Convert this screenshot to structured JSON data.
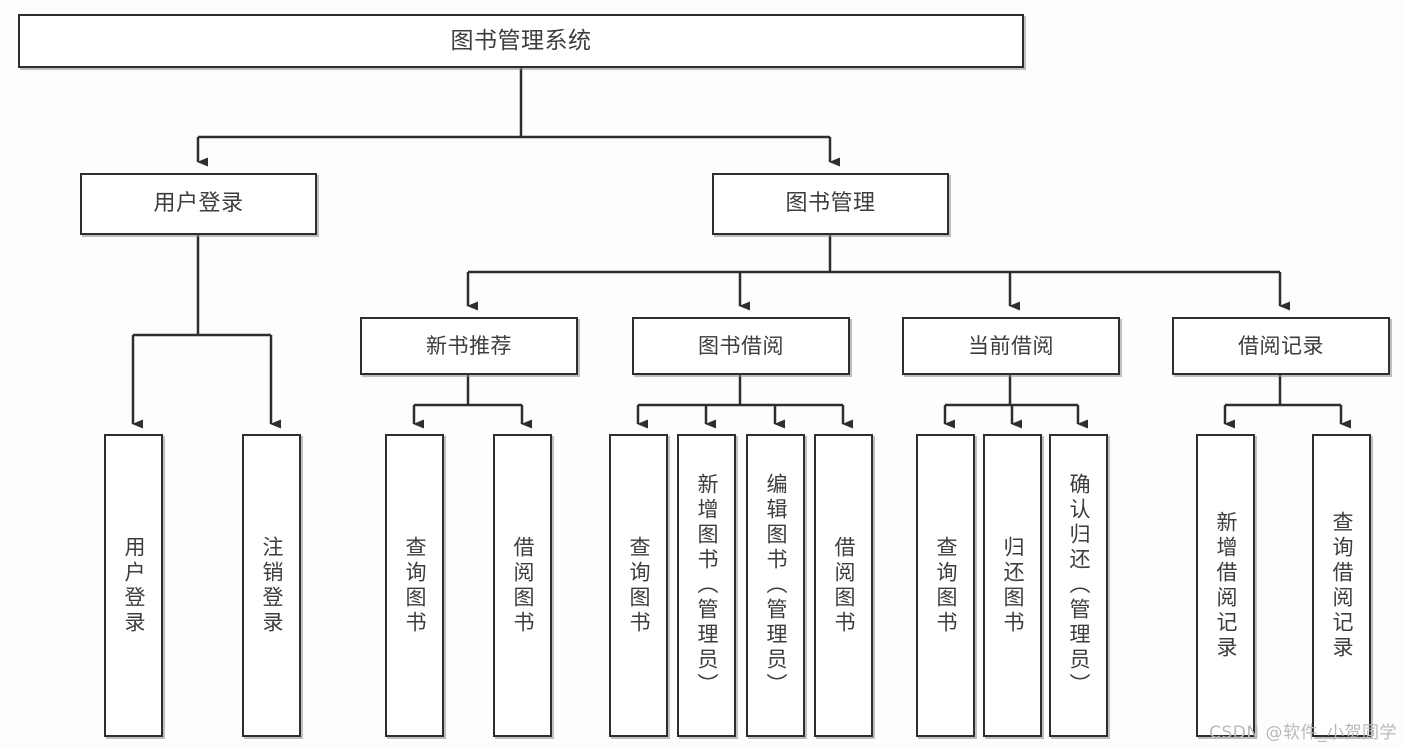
{
  "diagram": {
    "type": "tree-hierarchy",
    "title": "图书管理系统",
    "orientation": "top-down",
    "colors": {
      "border": "#2e2e2e",
      "text": "#3d3d3d",
      "edge": "#2e2e2e",
      "background": "#fdfdfd",
      "watermark": "#b9b9b9"
    },
    "root": {
      "label": "图书管理系统"
    },
    "level1": [
      {
        "label": "用户登录"
      },
      {
        "label": "图书管理"
      }
    ],
    "level2": [
      {
        "label": "新书推荐"
      },
      {
        "label": "图书借阅"
      },
      {
        "label": "当前借阅"
      },
      {
        "label": "借阅记录"
      }
    ],
    "leaves": {
      "user_login": [
        {
          "label": "用户登录"
        },
        {
          "label": "注销登录"
        }
      ],
      "new_book_recommend": [
        {
          "label": "查询图书"
        },
        {
          "label": "借阅图书"
        }
      ],
      "book_borrow": [
        {
          "label": "查询图书"
        },
        {
          "label": "新增图书（管理员）"
        },
        {
          "label": "编辑图书（管理员）"
        },
        {
          "label": "借阅图书"
        }
      ],
      "current_borrow": [
        {
          "label": "查询图书"
        },
        {
          "label": "归还图书"
        },
        {
          "label": "确认归还（管理员）"
        }
      ],
      "borrow_record": [
        {
          "label": "新增借阅记录"
        },
        {
          "label": "查询借阅记录"
        }
      ]
    }
  },
  "watermark": {
    "text": "CSDN @软件_小贺同学"
  }
}
